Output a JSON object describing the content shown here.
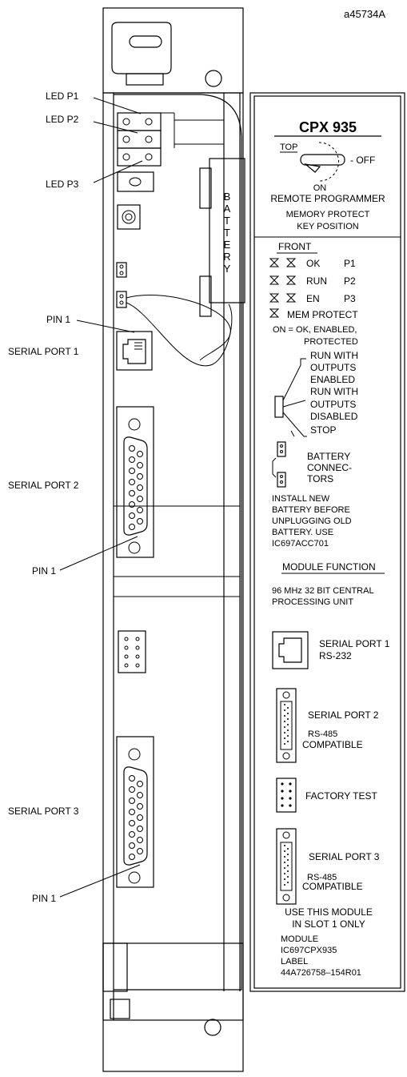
{
  "figure_id": "a45734A",
  "callouts": {
    "led_p1": "LED P1",
    "led_p2": "LED P2",
    "led_p3": "LED P3",
    "pin1_a": "PIN 1",
    "serial_port_1": "SERIAL PORT 1",
    "serial_port_2": "SERIAL PORT 2",
    "pin1_b": "PIN 1",
    "serial_port_3": "SERIAL PORT 3",
    "pin1_c": "PIN 1"
  },
  "battery_letters": [
    "B",
    "A",
    "T",
    "T",
    "E",
    "R",
    "Y"
  ],
  "label": {
    "title": "CPX 935",
    "top": "TOP",
    "off": "- OFF",
    "on": "ON",
    "remote_programmer": "REMOTE PROGRAMMER",
    "memory_protect": "MEMORY PROTECT",
    "key_position": "KEY POSITION",
    "front": "FRONT",
    "leds": [
      {
        "name": "OK",
        "pos": "P1"
      },
      {
        "name": "RUN",
        "pos": "P2"
      },
      {
        "name": "EN",
        "pos": "P3"
      }
    ],
    "mem_protect": "MEM PROTECT",
    "on_legend": [
      "ON = OK, ENABLED,",
      "PROTECTED"
    ],
    "switch_positions": [
      "RUN WITH",
      "OUTPUTS",
      "ENABLED",
      "RUN WITH",
      "OUTPUTS",
      "DISABLED",
      "STOP"
    ],
    "battery_connectors": [
      "BATTERY",
      "CONNEC-",
      "TORS"
    ],
    "install_note": [
      "INSTALL NEW",
      "BATTERY BEFORE",
      "UNPLUGGING OLD",
      "BATTERY. USE",
      "IC697ACC701"
    ],
    "module_function_heading": "MODULE FUNCTION",
    "module_function": [
      "96 MHz 32 BIT CENTRAL",
      "PROCESSING UNIT"
    ],
    "sp1": [
      "SERIAL PORT 1",
      "RS-232"
    ],
    "sp2": [
      "SERIAL PORT 2",
      "RS-485",
      "COMPATIBLE"
    ],
    "factory_test": "FACTORY TEST",
    "sp3": [
      "SERIAL PORT 3",
      "RS-485",
      "COMPATIBLE"
    ],
    "slot_note": [
      "USE THIS MODULE",
      "IN SLOT 1 ONLY"
    ],
    "module_label": [
      "MODULE",
      "IC697CPX935",
      "LABEL",
      "44A726758–154R01"
    ]
  }
}
